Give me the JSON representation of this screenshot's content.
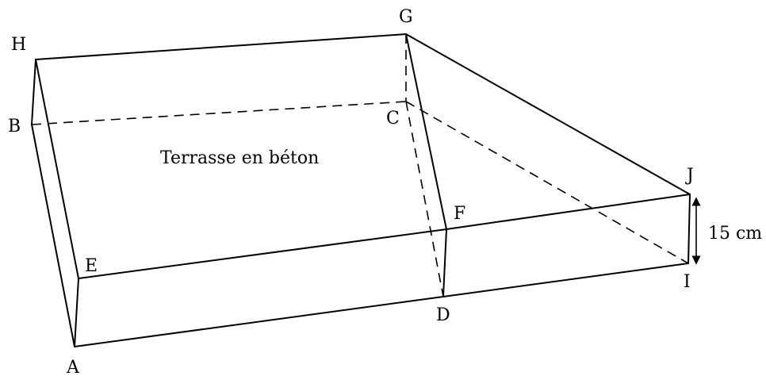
{
  "vertices": {
    "H": "H",
    "G": "G",
    "B": "B",
    "C": "C",
    "J": "J",
    "F": "F",
    "E": "E",
    "I": "I",
    "D": "D",
    "A": "A"
  },
  "caption": "Terrasse en béton",
  "dimension_label": "15 cm"
}
